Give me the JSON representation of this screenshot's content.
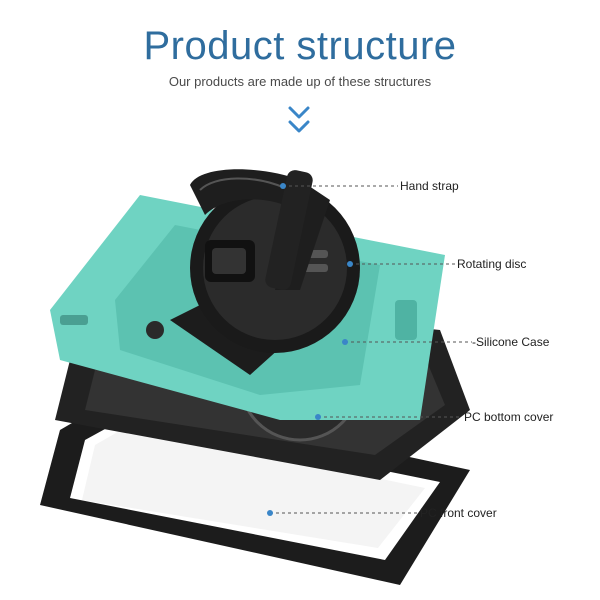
{
  "header": {
    "title": "Product structure",
    "subtitle": "Our products are made up of these structures"
  },
  "colors": {
    "title": "#2f6d9e",
    "accent": "#3a86c8",
    "case_mint": "#6fd3c2",
    "dark_parts": "#1c1c1c"
  },
  "icons": {
    "scroll_indicator": "double-chevron-down-icon"
  },
  "parts": [
    {
      "label": "Hand strap"
    },
    {
      "label": "Rotating disc"
    },
    {
      "label": "-Silicone Case"
    },
    {
      "label": "PC bottom cover"
    },
    {
      "label": "PC front cover"
    }
  ]
}
